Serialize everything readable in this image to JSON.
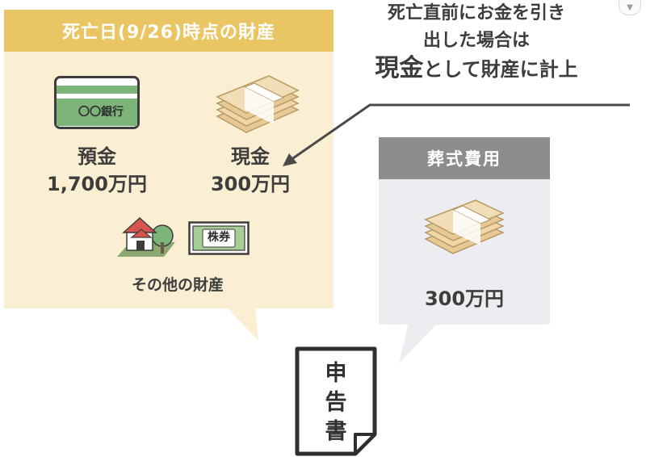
{
  "estate": {
    "title": "死亡日(9/26)時点の財産",
    "bank_card_label": "〇〇銀行",
    "deposit_label": "預金",
    "deposit_value": "1,700万円",
    "cash_label": "現金",
    "cash_value": "300万円",
    "stock_label": "株券",
    "other_label": "その他の財産"
  },
  "funeral": {
    "title": "葬式費用",
    "value": "300万円"
  },
  "note": {
    "line1": "死亡直前にお金を引き",
    "line2": "出した場合は",
    "line3_big": "現金",
    "line3_rest": "として財産に計上"
  },
  "document": {
    "chars": [
      "申",
      "告",
      "書"
    ]
  },
  "colors": {
    "estate_header": "#e9c563",
    "estate_bg": "#faefd2",
    "funeral_header": "#8d8d8d",
    "funeral_bg": "#ededf1",
    "card_green": "#7cb47a",
    "money": "#e6c995"
  },
  "icons": [
    "credit-card-icon",
    "money-bundle-icon",
    "house-icon",
    "tree-icon",
    "stock-certificate-icon",
    "arrow-icon",
    "document-icon"
  ]
}
